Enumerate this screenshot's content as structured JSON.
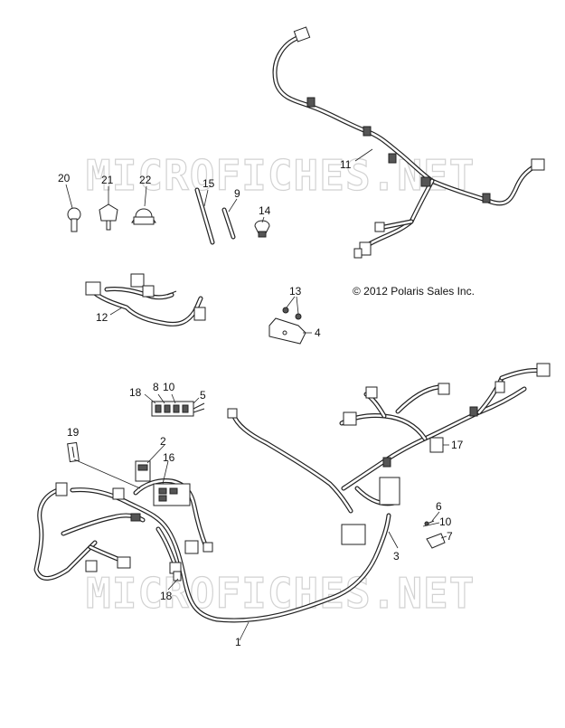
{
  "watermarks": [
    "MICROFICHES.NET",
    "MICROFICHES.NET"
  ],
  "copyright": "© 2012 Polaris Sales Inc.",
  "callouts": [
    {
      "id": "c11",
      "text": "11"
    },
    {
      "id": "c20",
      "text": "20"
    },
    {
      "id": "c21",
      "text": "21"
    },
    {
      "id": "c22",
      "text": "22"
    },
    {
      "id": "c15",
      "text": "15"
    },
    {
      "id": "c9",
      "text": "9"
    },
    {
      "id": "c14",
      "text": "14"
    },
    {
      "id": "c12",
      "text": "12"
    },
    {
      "id": "c13",
      "text": "13"
    },
    {
      "id": "c4",
      "text": "4"
    },
    {
      "id": "c18a",
      "text": "18"
    },
    {
      "id": "c8",
      "text": "8"
    },
    {
      "id": "c10a",
      "text": "10"
    },
    {
      "id": "c5",
      "text": "5"
    },
    {
      "id": "c19",
      "text": "19"
    },
    {
      "id": "c2",
      "text": "2"
    },
    {
      "id": "c16",
      "text": "16"
    },
    {
      "id": "c17",
      "text": "17"
    },
    {
      "id": "c6",
      "text": "6"
    },
    {
      "id": "c10b",
      "text": "10"
    },
    {
      "id": "c3",
      "text": "3"
    },
    {
      "id": "c18b",
      "text": "18"
    },
    {
      "id": "c7",
      "text": "7"
    },
    {
      "id": "c1",
      "text": "1"
    }
  ]
}
